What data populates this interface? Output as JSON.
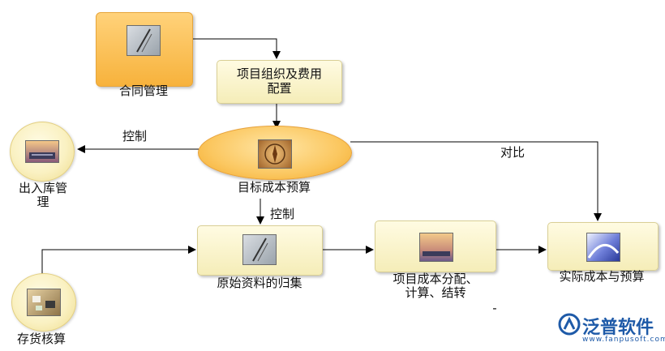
{
  "nodes": {
    "contract": "合同管理",
    "project_org_line1": "项目组织及费用",
    "project_org_line2": "配置",
    "target_cost": "目标成本预算",
    "warehouse_line1": "出入库管",
    "warehouse_line2": "理",
    "raw_data": "原始资料的归集",
    "cost_alloc_line1": "项目成本分配、",
    "cost_alloc_line2": "计算、结转",
    "actual_cost": "实际成本与预算",
    "inventory": "存货核算"
  },
  "edges": {
    "control_left": "控制",
    "control_down": "控制",
    "compare": "对比",
    "dash": "-"
  },
  "brand": {
    "name": "泛普软件",
    "url": "www.fanpusoft.com"
  },
  "icons": {
    "contract": "pen-document-icon",
    "target_cost": "compass-icon",
    "warehouse": "keyboard-icon",
    "raw_data": "pen-document-icon",
    "cost_alloc": "sunset-photo-icon",
    "actual_cost": "blue-abstract-icon",
    "inventory": "desk-photo-icon"
  },
  "colors": {
    "orange": "#f7b23c",
    "pale_yellow": "#f5edb8",
    "brand_blue": "#1e5aa8"
  }
}
